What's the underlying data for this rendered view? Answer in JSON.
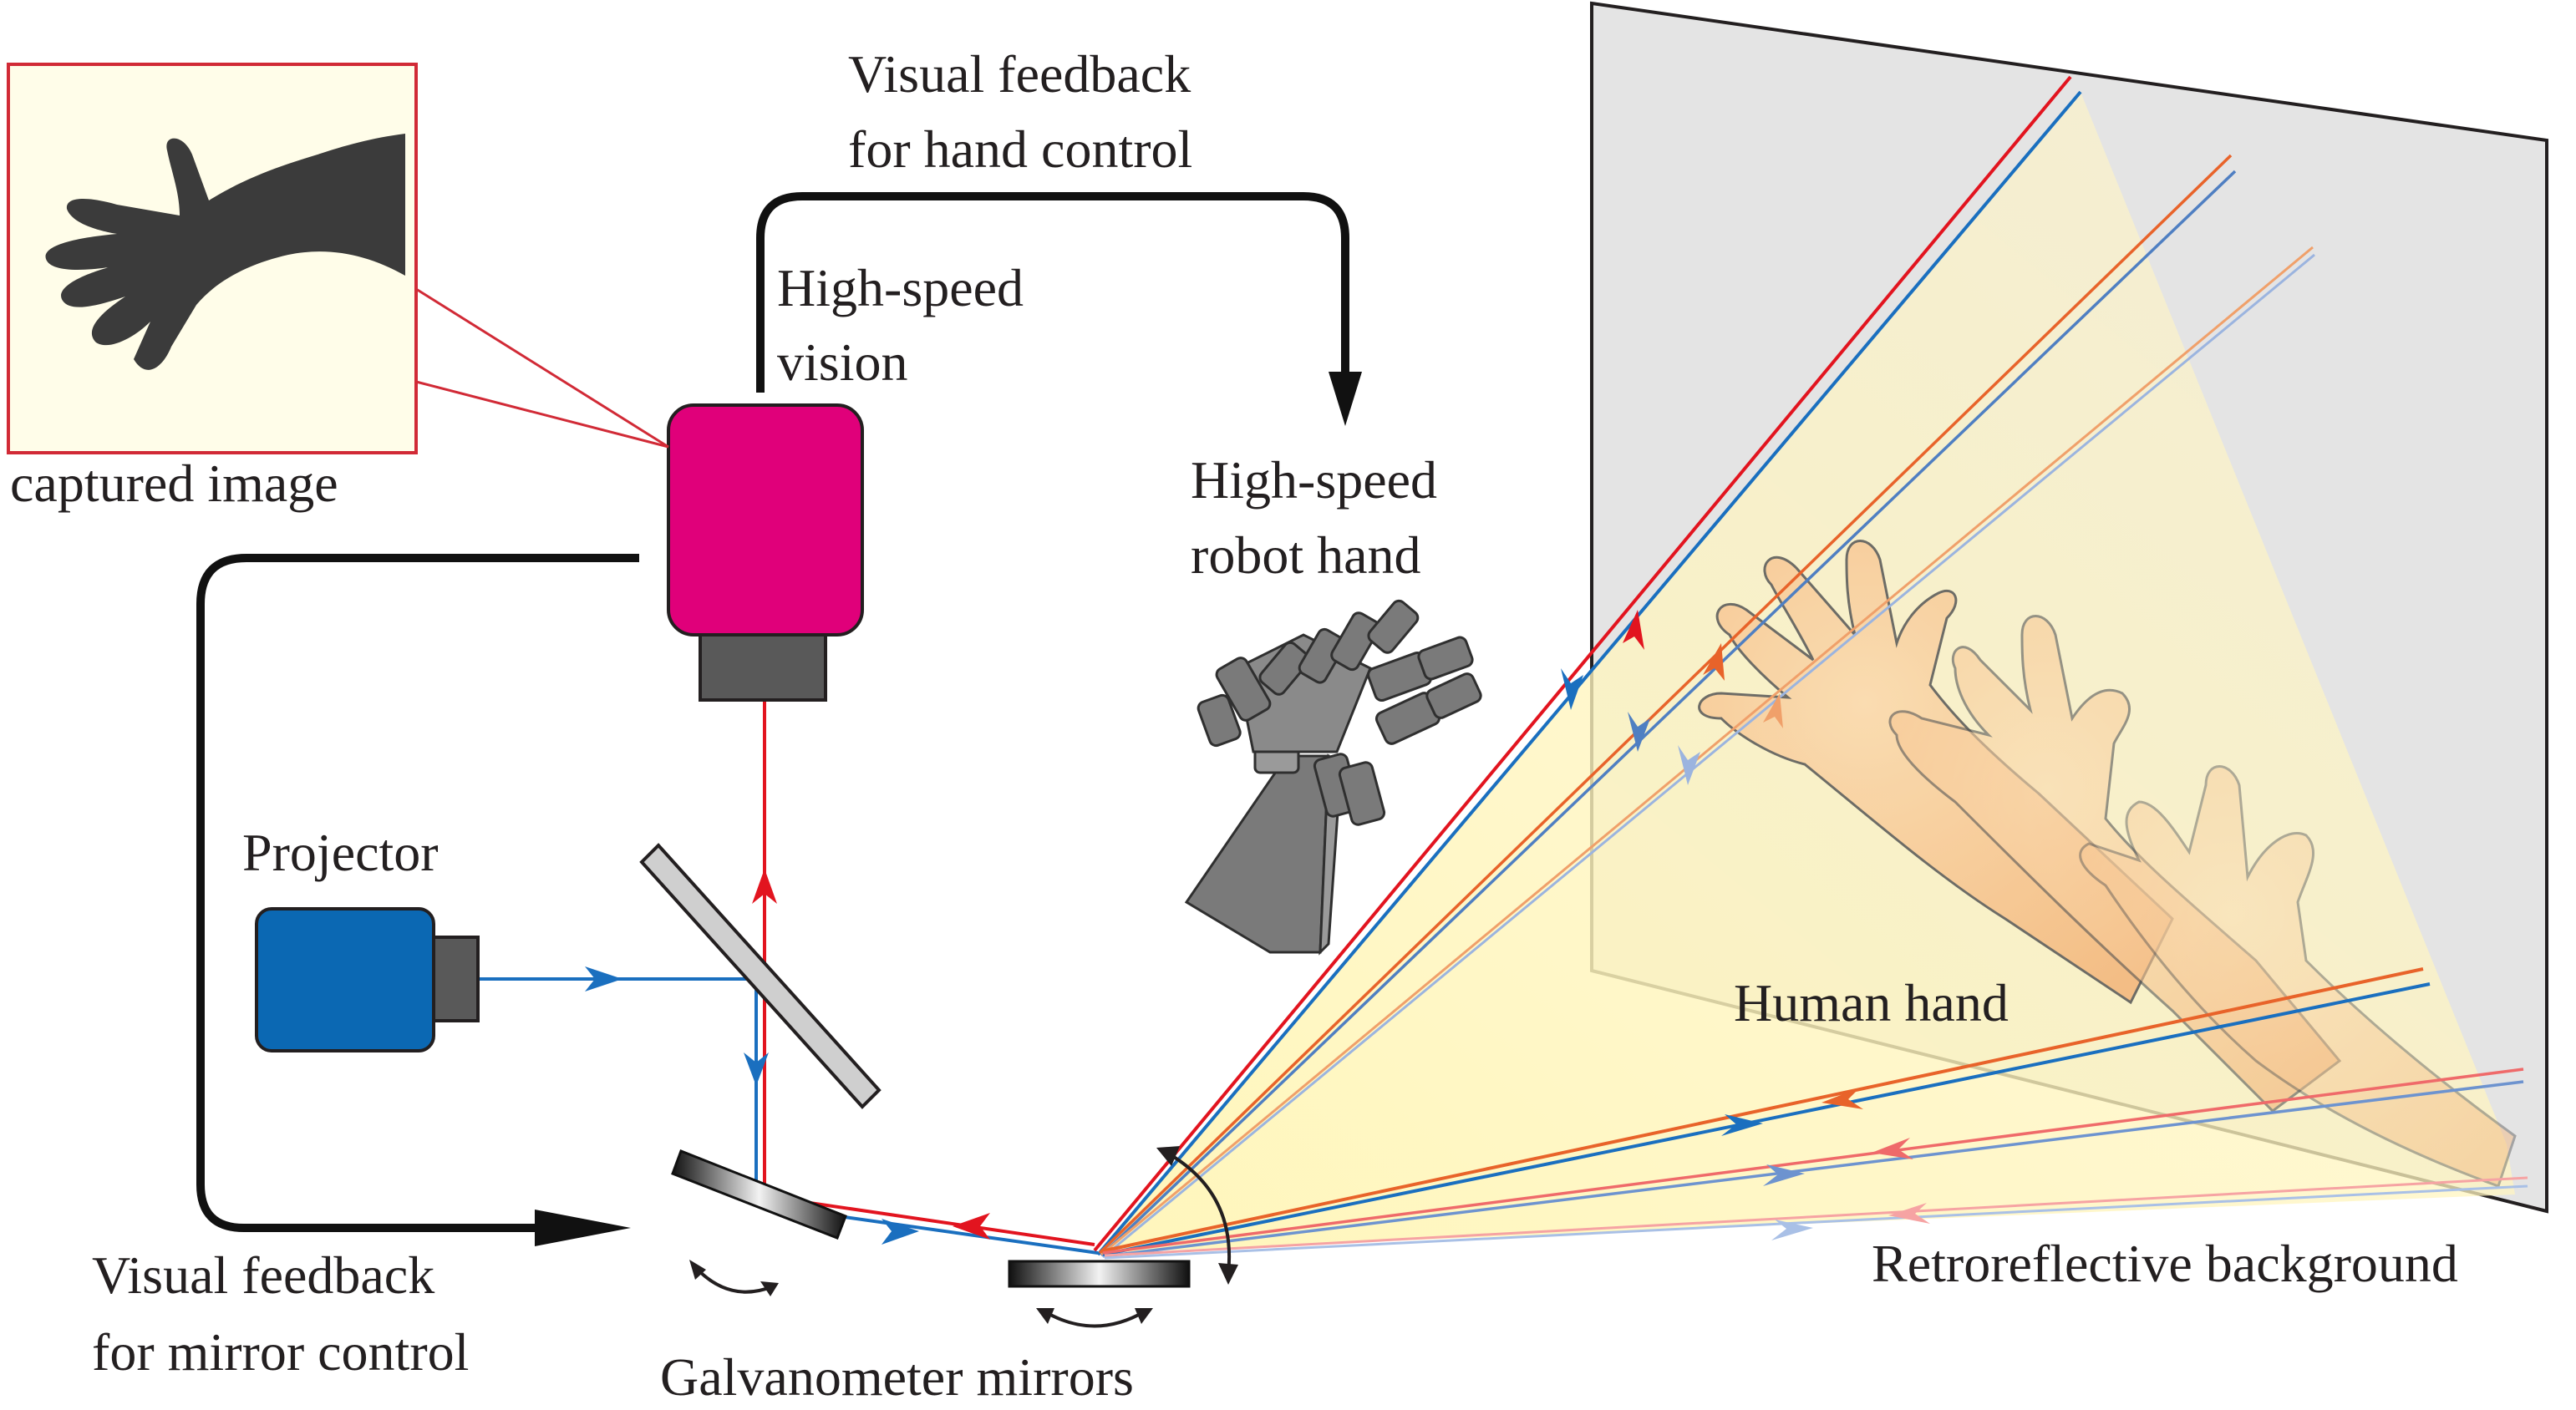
{
  "labels": {
    "captured_image": "captured image",
    "feedback_hand_line1": "Visual feedback",
    "feedback_hand_line2": "for hand control",
    "vision_line1": "High-speed",
    "vision_line2": "vision",
    "robot_hand_line1": "High-speed",
    "robot_hand_line2": "robot hand",
    "projector": "Projector",
    "human_hand": "Human hand",
    "feedback_mirror_line1": "Visual feedback",
    "feedback_mirror_line2": "for mirror control",
    "galvo": "Galvanometer mirrors",
    "retro": "Retroreflective background"
  },
  "colors": {
    "camera": "#e0007a",
    "projector": "#0b68b3",
    "ray_red": "#e2141f",
    "ray_blue": "#1a6fbf",
    "ray_orange": "#e8632a",
    "ray_light_blue": "#8fa9d6",
    "inset_bg": "#fffde9",
    "inset_border": "#d12a36",
    "screen_fill": "#e4e4e4",
    "cone_fill": "#fff7c4",
    "robot_gray": "#7a7a7a",
    "hand_skin": "#f6c48c"
  },
  "icons": {
    "camera": "camera-icon",
    "projector": "projector-icon",
    "robot_hand": "robot-hand-icon",
    "human_hand": "human-hand-icon",
    "silhouette": "arm-silhouette-icon"
  }
}
